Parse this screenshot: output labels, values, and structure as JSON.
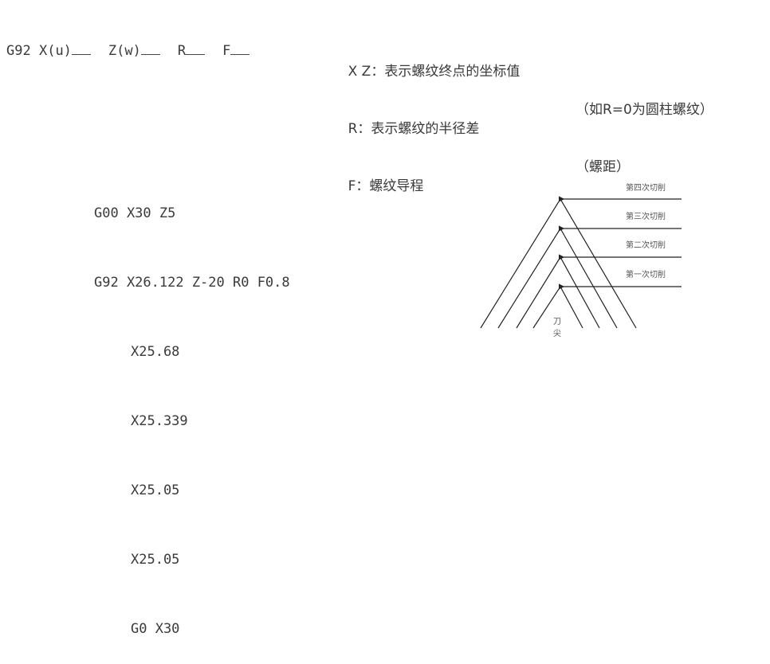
{
  "syntax": {
    "command": "G92",
    "params": [
      "X(u)",
      "Z(w)",
      "R",
      "F"
    ]
  },
  "legend": {
    "rows": [
      {
        "text": "X Z：表示螺纹终点的坐标值",
        "note": ""
      },
      {
        "text": "R：表示螺纹的半径差",
        "note": "（如R=0为圆柱螺纹）"
      },
      {
        "text": "F：螺纹导程",
        "note": "（螺距）"
      }
    ]
  },
  "program": {
    "lines": [
      {
        "text": "G00 X30 Z5",
        "indent": false
      },
      {
        "text": "G92 X26.122 Z-20 R0 F0.8",
        "indent": false
      },
      {
        "text": "X25.68",
        "indent": true
      },
      {
        "text": "X25.339",
        "indent": true
      },
      {
        "text": "X25.05",
        "indent": true
      },
      {
        "text": "X25.05",
        "indent": true
      },
      {
        "text": "G0 X30",
        "indent": true
      }
    ]
  },
  "diagram": {
    "labels": [
      "第四次切削",
      "第三次切削",
      "第二次切削",
      "第一次切削"
    ],
    "tool_tip_label": [
      "刀",
      "尖"
    ],
    "line_color": "#222222"
  }
}
